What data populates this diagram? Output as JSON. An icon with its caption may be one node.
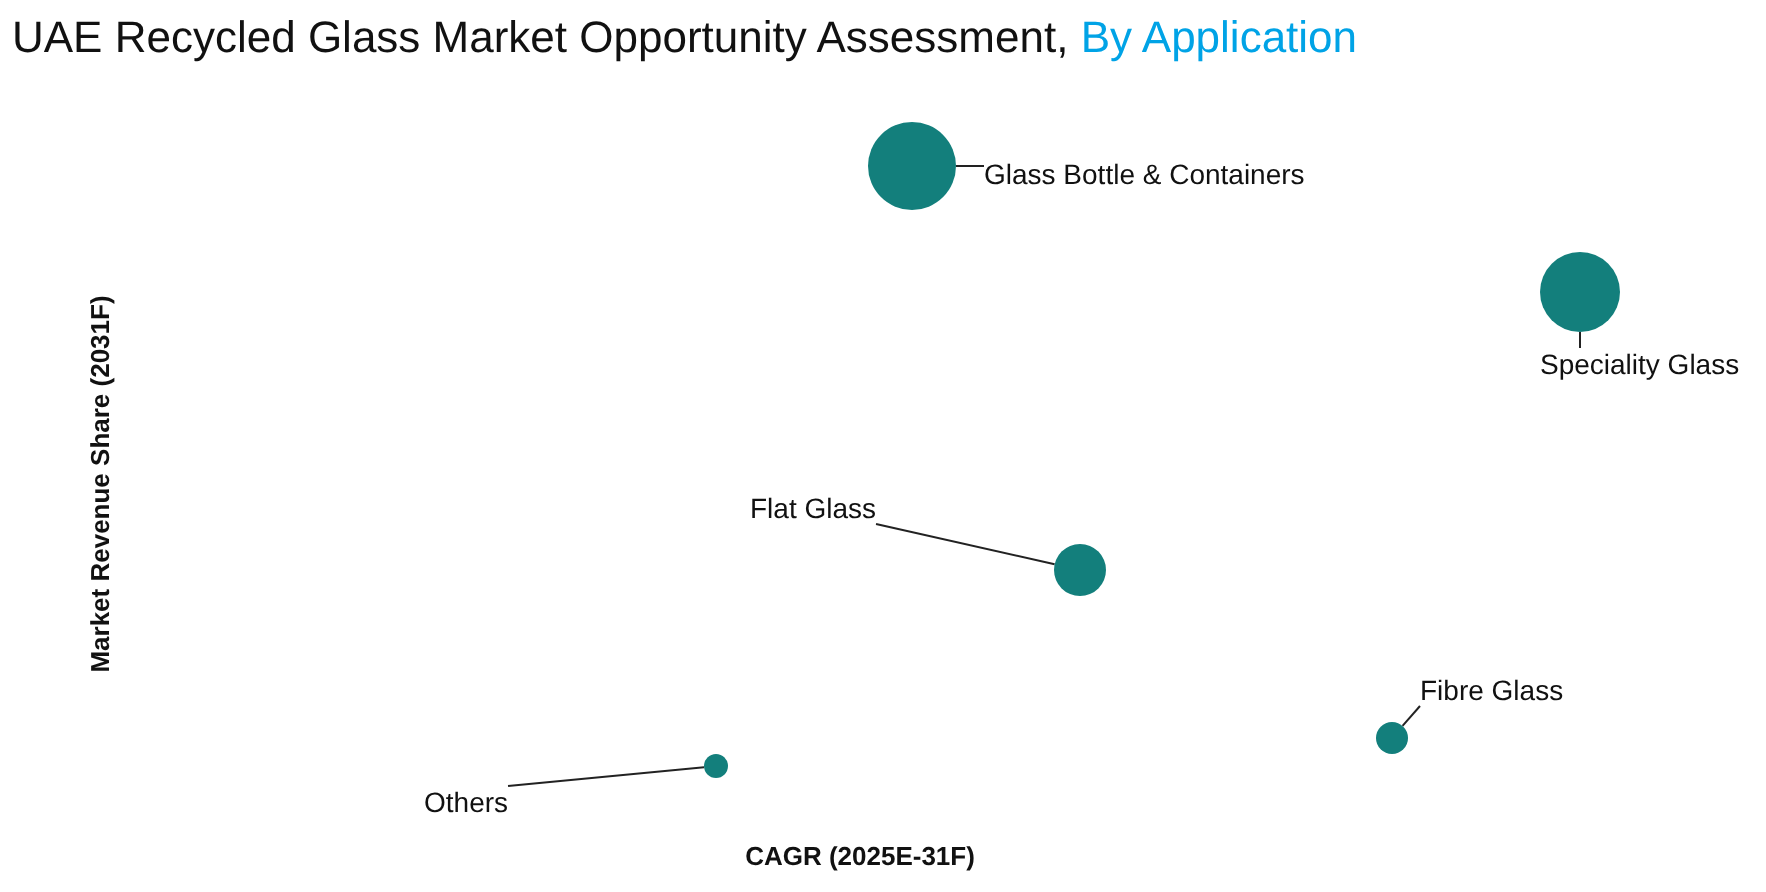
{
  "diagram": {
    "title": "UAE Recycled Glass Market Opportunity Assessment,",
    "nodes": [
      {
        "text": [],
        "shape": "circle"
      },
      {
        "text": [
          "Glass Bottle & Containers"
        ]
      },
      {
        "text": [],
        "shape": "circle"
      },
      {
        "text": [
          "Speciality Glass"
        ]
      },
      {
        "text": [
          "Flat Glass"
        ]
      },
      {
        "text": [],
        "shape": "circle"
      },
      {
        "text": [
          "Fibre Glass"
        ]
      },
      {
        "text": [],
        "shape": "circle"
      },
      {
        "text": [],
        "shape": "circle"
      },
      {
        "text": [
          "Others"
        ]
      }
    ],
    "edges": [
      {
        "from": 1,
        "to": 0,
        "arrow": "none"
      },
      {
        "from": 3,
        "to": 2,
        "arrow": "none"
      },
      {
        "from": 4,
        "to": 5,
        "arrow": "none"
      },
      {
        "from": 6,
        "to": 7,
        "arrow": "none"
      },
      {
        "from": 9,
        "to": 8,
        "arrow": "none"
      }
    ],
    "labels": [
      "By Application",
      "Market Revenue Share (2031F)",
      "CAGR (2025E-31F)"
    ]
  }
}
